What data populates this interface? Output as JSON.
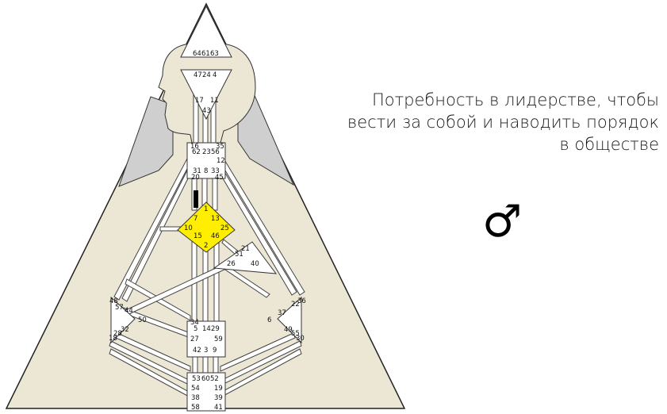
{
  "caption": {
    "line1": "Потребность в лидерстве, чтобы",
    "line2": "вести за собой и наводить порядок",
    "line3": "в обществе"
  },
  "symbol": "♂",
  "colors": {
    "body_fill": "#ece7d4",
    "defined_center": "#ffee00",
    "undefined_center": "#ffffff",
    "channel_outline": "#444444",
    "shoulder_shade": "#cfcfcf",
    "active_gate": "#000000"
  },
  "gates": {
    "head": [
      "64",
      "61",
      "63"
    ],
    "ajna_top": [
      "47",
      "24",
      "4"
    ],
    "ajna_mid": [
      "17",
      "11"
    ],
    "ajna_bottom": [
      "43"
    ],
    "throat_top": [
      "16",
      "35"
    ],
    "throat_row2": [
      "62",
      "23",
      "56"
    ],
    "throat_right": [
      "12",
      "45"
    ],
    "throat_bottom": [
      "31",
      "8",
      "33",
      "20"
    ],
    "g_center": [
      "1",
      "7",
      "13",
      "10",
      "25",
      "15",
      "46",
      "2"
    ],
    "ego": [
      "21",
      "51",
      "26",
      "40"
    ],
    "spleen": [
      "48",
      "57",
      "44",
      "50",
      "32",
      "28",
      "18"
    ],
    "sacral": [
      "34",
      "5",
      "14",
      "29",
      "27",
      "59",
      "42",
      "3",
      "9"
    ],
    "solar_plexus": [
      "36",
      "22",
      "37",
      "6",
      "49",
      "55",
      "30"
    ],
    "root": [
      "53",
      "60",
      "52",
      "54",
      "19",
      "38",
      "39",
      "58",
      "41"
    ]
  }
}
